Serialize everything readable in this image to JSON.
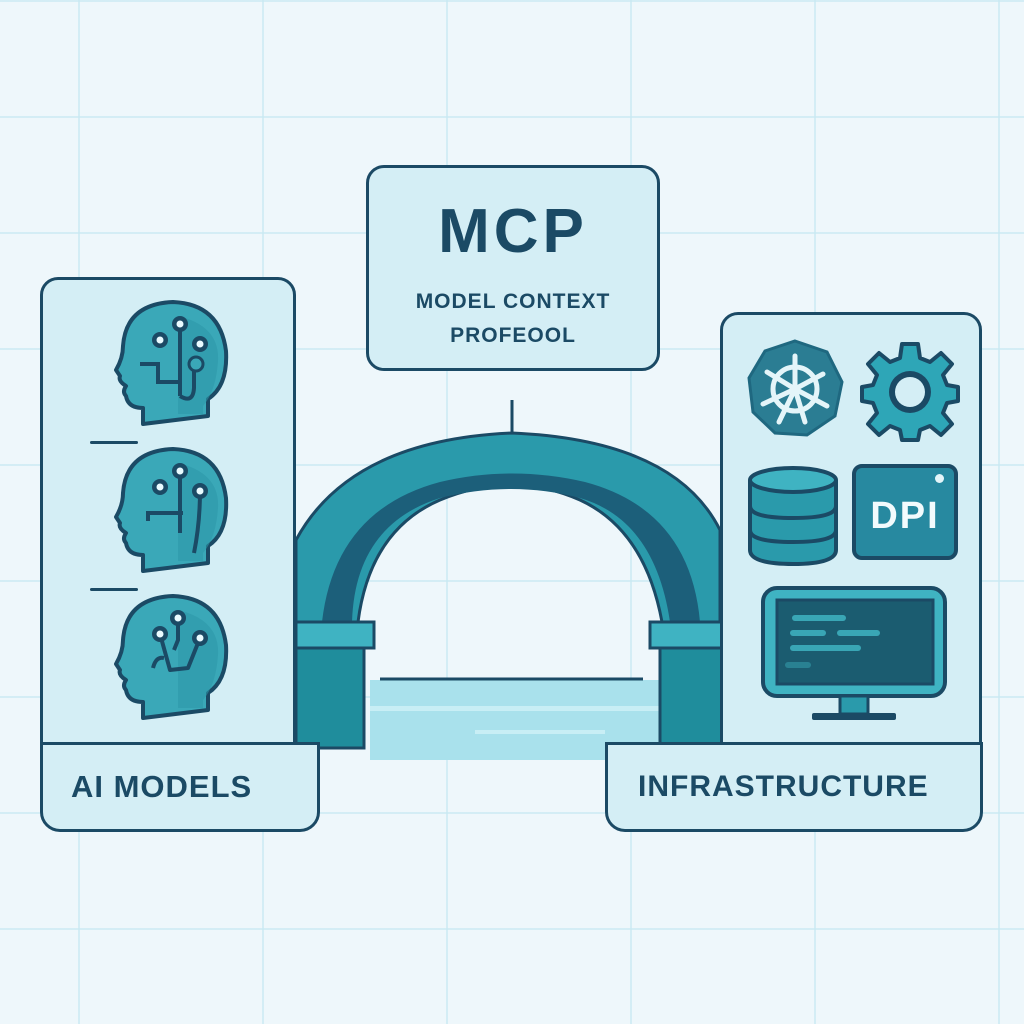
{
  "center": {
    "title": "MCP",
    "subtitle_line1": "MODEL CONTEXT",
    "subtitle_line2": "PROFEOOL"
  },
  "left_panel": {
    "label": "AI MODELS",
    "icons": [
      "ai-head-icon",
      "ai-head-icon",
      "ai-head-icon"
    ]
  },
  "right_panel": {
    "label": "INFRASTRUCTURE",
    "icons": [
      "kubernetes-helm-icon",
      "gear-icon",
      "database-icon",
      "dpi-icon",
      "monitor-icon"
    ],
    "dpi_label": "DPI"
  },
  "bridge": {
    "icon": "arch-bridge-icon"
  },
  "colors": {
    "background": "#eef7fb",
    "panel_fill": "#d4eef5",
    "outline": "#1b4a65",
    "teal": "#2a9aab",
    "teal_light": "#3fb3c2",
    "teal_dark": "#1f7d8c"
  }
}
